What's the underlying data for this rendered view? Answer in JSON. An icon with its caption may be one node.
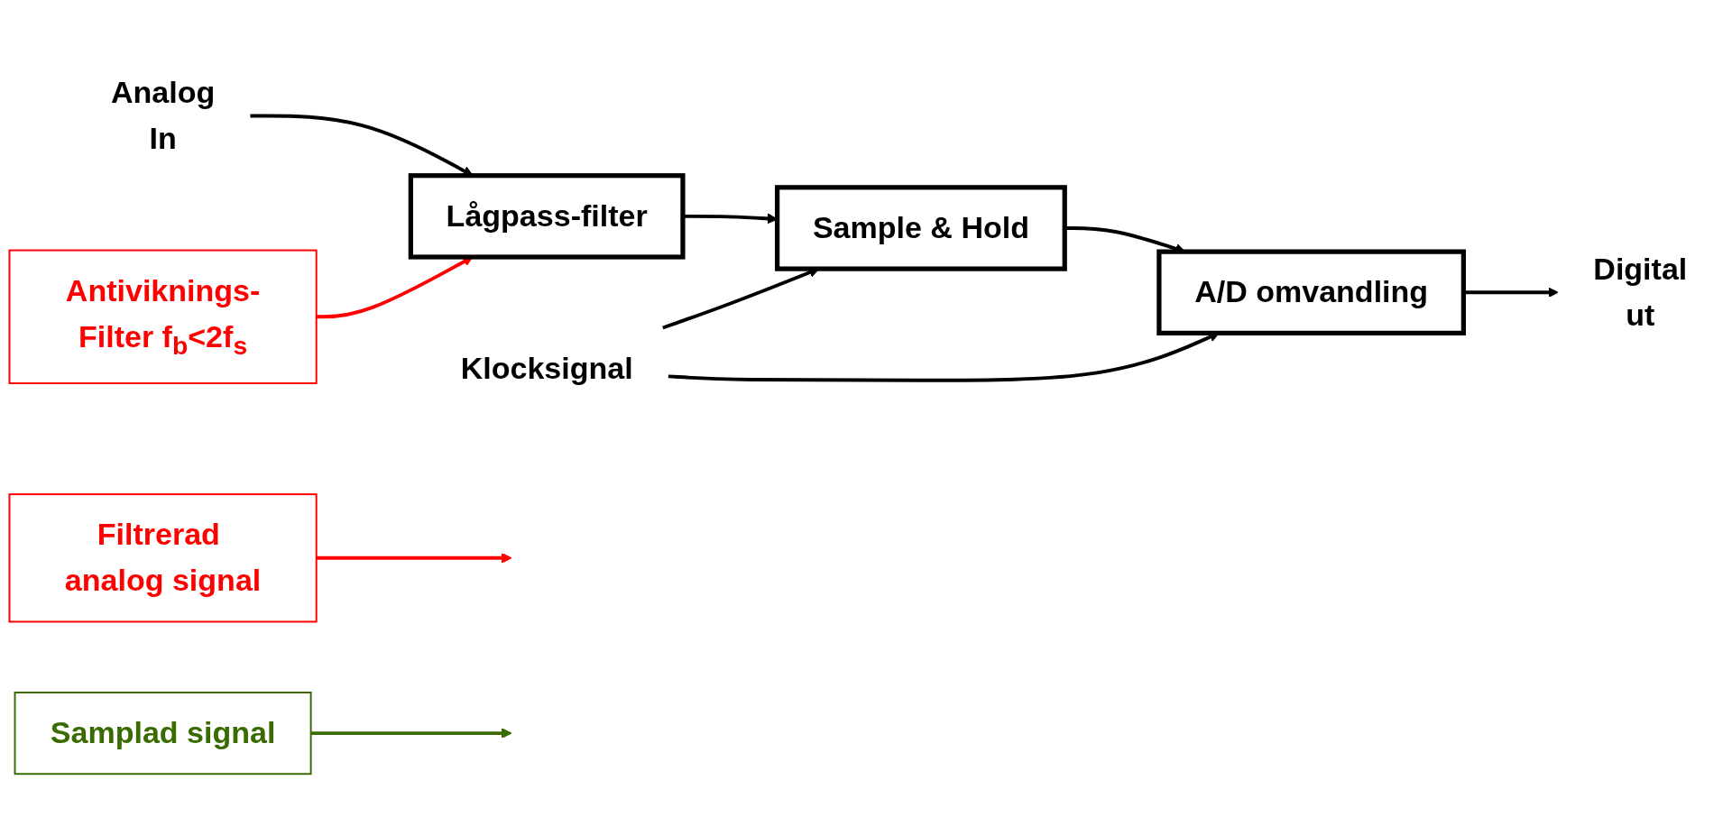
{
  "diagram": {
    "nodes": [
      {
        "text": [
          "Analog",
          "In"
        ]
      },
      {
        "text": [
          "Lågpass-filter"
        ]
      },
      {
        "text": [
          "Sample & Hold"
        ]
      },
      {
        "text": [
          "A/D omvandling"
        ]
      },
      {
        "text": [
          "Digital",
          "ut"
        ]
      },
      {
        "text": [
          "Filtrerad analog signal"
        ]
      },
      {
        "text": [
          "Samplad signal"
        ]
      },
      {
        "text": [
          "Antiviknings-Filter f$_{b}$<2f$_{s}$"
        ]
      },
      {
        "text": [
          "Klocksignal"
        ]
      }
    ],
    "edges": [
      {
        "from": 0,
        "to": 1,
        "arrow": "to"
      },
      {
        "from": 1,
        "to": 2,
        "arrow": "to"
      },
      {
        "from": 2,
        "to": 3,
        "arrow": "to"
      },
      {
        "from": 3,
        "to": 4,
        "arrow": "to"
      },
      {
        "from": 5,
        "to": null,
        "arrow": "to",
        "color": "#ff0000"
      },
      {
        "from": 6,
        "to": null,
        "arrow": "to",
        "color": "#3a6b00"
      },
      {
        "from": 7,
        "to": 1,
        "arrow": "to",
        "color": "#ff0000"
      },
      {
        "from": 8,
        "to": 2,
        "arrow": "to"
      },
      {
        "from": 8,
        "to": 3,
        "arrow": "to"
      }
    ]
  }
}
